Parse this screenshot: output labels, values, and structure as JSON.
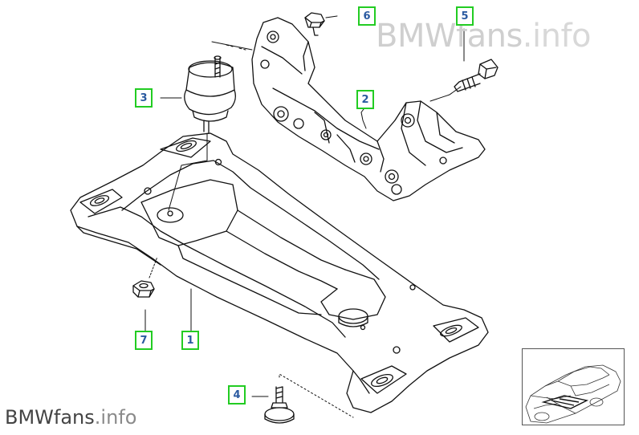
{
  "watermark_top": {
    "brand": "BMWfans",
    "suffix": ".info"
  },
  "watermark_bottom": {
    "brand": "BMWfans",
    "suffix": ".info"
  },
  "callouts": [
    {
      "id": "part-1",
      "label": "1"
    },
    {
      "id": "part-2",
      "label": "2"
    },
    {
      "id": "part-3",
      "label": "3"
    },
    {
      "id": "part-4",
      "label": "4"
    },
    {
      "id": "part-5",
      "label": "5"
    },
    {
      "id": "part-6",
      "label": "6"
    },
    {
      "id": "part-7",
      "label": "7"
    }
  ],
  "colors": {
    "callout_border": "#22cc22",
    "callout_text": "#2a5aa0",
    "line": "#111111"
  }
}
